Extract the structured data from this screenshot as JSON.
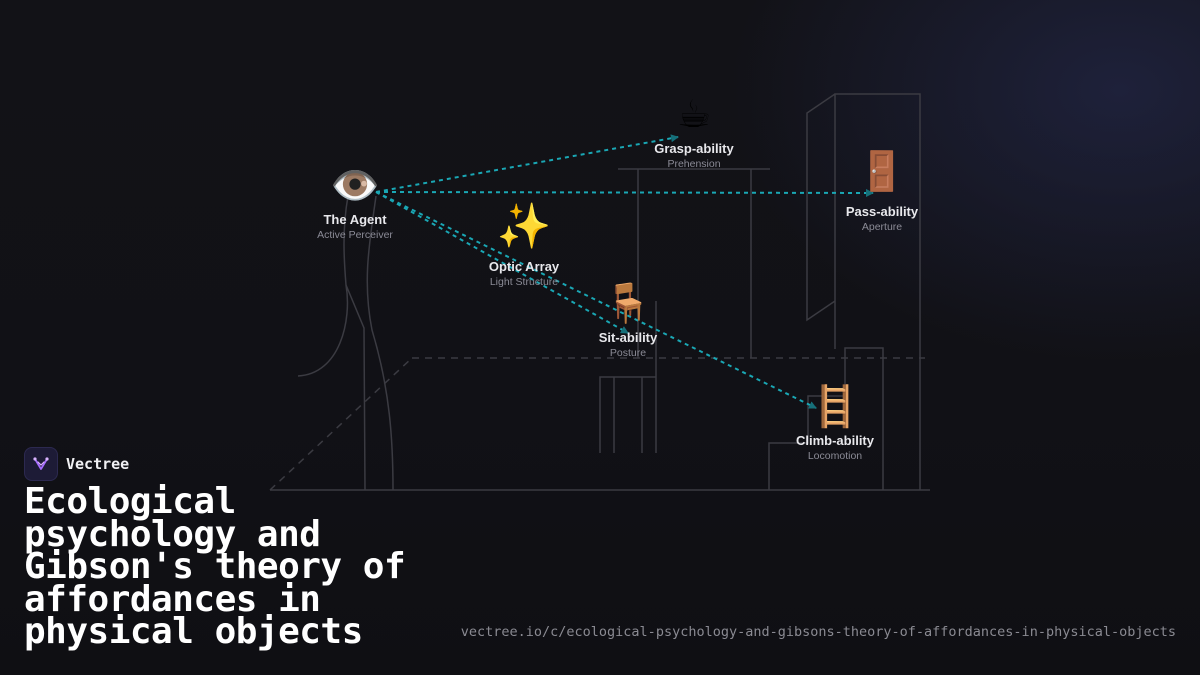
{
  "diagram": {
    "line_color": "#1aa7b4",
    "nodes": [
      {
        "id": "agent",
        "emoji": "👁️",
        "label": "The Agent",
        "sub": "Active Perceiver"
      },
      {
        "id": "grasp",
        "emoji": "☕",
        "label": "Grasp-ability",
        "sub": "Prehension"
      },
      {
        "id": "pass",
        "emoji": "🚪",
        "label": "Pass-ability",
        "sub": "Aperture"
      },
      {
        "id": "optic",
        "emoji": "✨",
        "label": "Optic Array",
        "sub": "Light Structure"
      },
      {
        "id": "sit",
        "emoji": "🪑",
        "label": "Sit-ability",
        "sub": "Posture"
      },
      {
        "id": "climb",
        "emoji": "🪜",
        "label": "Climb-ability",
        "sub": "Locomotion"
      }
    ],
    "edges": [
      {
        "from": "agent",
        "to": "grasp"
      },
      {
        "from": "agent",
        "to": "pass"
      },
      {
        "from": "agent",
        "to": "sit"
      },
      {
        "from": "agent",
        "to": "climb"
      }
    ]
  },
  "brand": {
    "name": "Vectree",
    "accent": "#a66bff"
  },
  "title": "Ecological psychology and Gibson's theory of affordances in physical objects",
  "url": "vectree.io/c/ecological-psychology-and-gibsons-theory-of-affordances-in-physical-objects"
}
